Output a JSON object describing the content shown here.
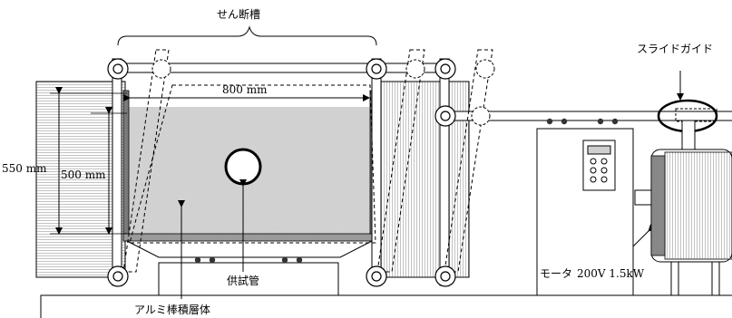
{
  "labels": {
    "shear_box": "せん断槽",
    "slide_guide": "スライドガイド",
    "width_dim": "800 mm",
    "height_550": "550 mm",
    "height_500": "500 mm",
    "test_pipe": "供試管",
    "motor": "モータ",
    "motor_spec": "200V 1.5kW",
    "aluminum_rods": "アルミ棒積層体"
  }
}
